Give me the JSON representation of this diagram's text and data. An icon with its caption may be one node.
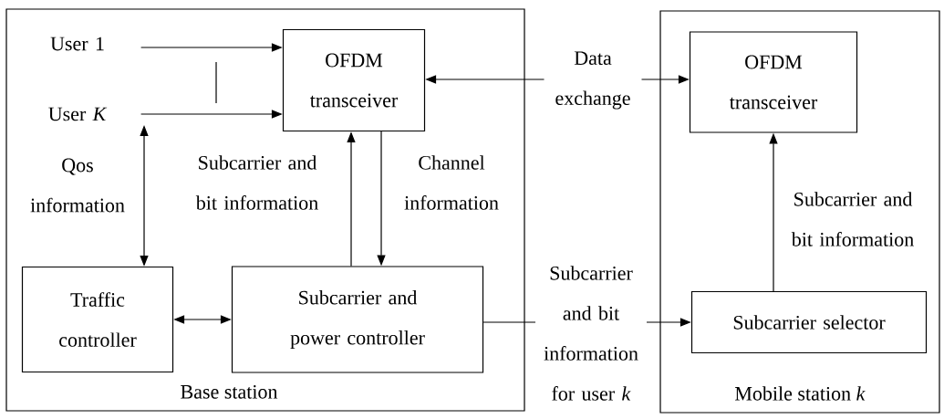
{
  "diagram": {
    "nodes": [
      {
        "text": [
          "Base station"
        ]
      },
      {
        "text": [
          "User 1"
        ],
        "in": 0
      },
      {
        "text": [
          "User *K*"
        ],
        "in": 0
      },
      {
        "text": [
          "OFDM transceiver"
        ],
        "in": 0
      },
      {
        "text": [
          "Traffic controller"
        ],
        "in": 0
      },
      {
        "text": [
          "Subcarrier and power controller"
        ],
        "in": 0
      },
      {
        "text": [
          "Mobile station *k*"
        ]
      },
      {
        "text": [
          "OFDM transceiver"
        ],
        "in": 6
      },
      {
        "text": [
          "Subcarrier selector"
        ],
        "in": 6
      }
    ],
    "edges": [
      {
        "from": 1,
        "to": 3,
        "arrow": "to"
      },
      {
        "from": 2,
        "to": 3,
        "arrow": "to"
      },
      {
        "from": 2,
        "to": 4,
        "arrow": "both",
        "label": "Qos information"
      },
      {
        "from": 5,
        "to": 3,
        "arrow": "to",
        "label": "Subcarrier and bit information"
      },
      {
        "from": 3,
        "to": 5,
        "arrow": "to",
        "label": "Channel information"
      },
      {
        "from": 4,
        "to": 5,
        "arrow": "both"
      },
      {
        "from": 3,
        "to": 7,
        "arrow": "both",
        "label": "Data exchange"
      },
      {
        "from": 5,
        "to": 8,
        "arrow": "to",
        "label": "Subcarrier and bit information for user *k*"
      },
      {
        "from": 8,
        "to": 7,
        "arrow": "to",
        "label": "Subcarrier and bit information"
      }
    ]
  }
}
